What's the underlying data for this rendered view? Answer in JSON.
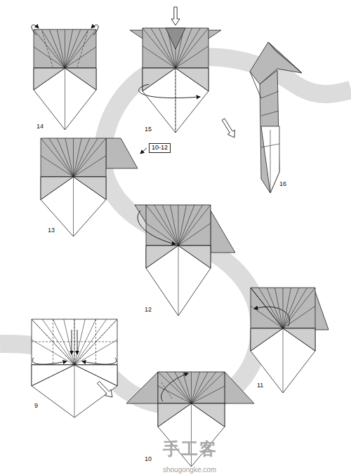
{
  "diagram": {
    "nodes": [
      {
        "text": [
          "10-12"
        ]
      }
    ],
    "labels": [
      "14",
      "15",
      "16",
      "13",
      "12",
      "11",
      "9",
      "10",
      "手工客",
      "shougongke.com"
    ]
  }
}
